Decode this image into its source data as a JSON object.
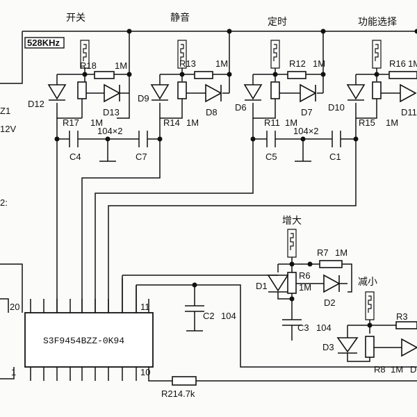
{
  "switch_labels": [
    "开关",
    "静音",
    "定时",
    "功能选择"
  ],
  "oscillator_label": "528KHz",
  "edge_labels": [
    "Z1",
    "12V",
    "2:"
  ],
  "groups": [
    {
      "rs": "R18",
      "rs_val": "1M",
      "rp": "R17",
      "rp_val": "1M",
      "dl": "D12",
      "dr": "D13"
    },
    {
      "rs": "R13",
      "rs_val": "1M",
      "rp": "R14",
      "rp_val": "1M",
      "dl": "D9",
      "dr": "D8"
    },
    {
      "rs": "R12",
      "rs_val": "1M",
      "rp": "R11",
      "rp_val": "1M",
      "dl": "D6",
      "dr": "D7"
    },
    {
      "rs": "R16",
      "rs_val": "1M",
      "rp": "R15",
      "rp_val": "1M",
      "dl": "D10",
      "dr": "D11"
    }
  ],
  "caps_top": {
    "pair1": {
      "left": "C4",
      "right": "C7",
      "value": "104×2"
    },
    "pair2": {
      "left": "C5",
      "right": "C1",
      "value": "104×2"
    }
  },
  "chip": {
    "name": "S3F9454BZZ-0K94",
    "pins": {
      "p20": "20",
      "p11": "11",
      "p1": "1",
      "p10": "10"
    }
  },
  "volume_up": {
    "title": "增大",
    "r7": "R7",
    "r7_val": "1M",
    "r6": "R6",
    "r6_val": "1M",
    "d1": "D1",
    "d2": "D2",
    "c3": "C3",
    "c3_val": "104"
  },
  "volume_down": {
    "title": "减小",
    "r3": "R3",
    "r8": "R8",
    "r8_val": "1M",
    "d3": "D3",
    "d4": "D"
  },
  "c2": {
    "name": "C2",
    "value": "104"
  },
  "r21": {
    "label": "R214.7k"
  },
  "misc": {
    "d11_suffix": "D11"
  }
}
